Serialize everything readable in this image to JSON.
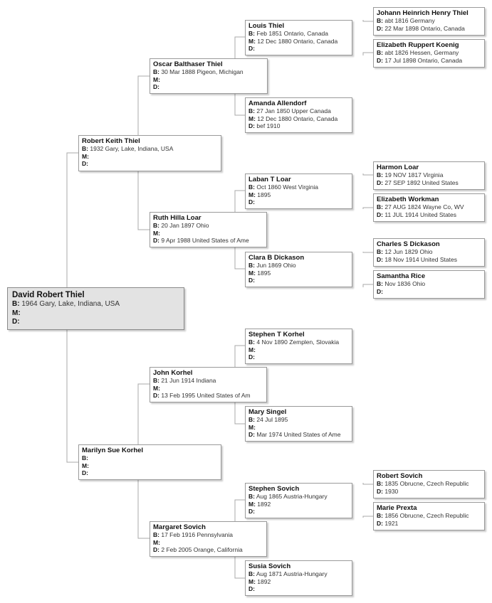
{
  "labels": {
    "birth": "B:",
    "marriage": "M:",
    "death": "D:"
  },
  "tree": {
    "root": {
      "name": "David Robert Thiel",
      "b": "1964 Gary, Lake, Indiana, USA",
      "m": "",
      "d": ""
    },
    "father": {
      "name": "Robert Keith Thiel",
      "b": "1932 Gary, Lake, Indiana, USA",
      "m": "",
      "d": ""
    },
    "mother": {
      "name": "Marilyn Sue Korhel",
      "b": "",
      "m": "",
      "d": ""
    },
    "paternal_grandfather": {
      "name": "Oscar Balthaser Thiel",
      "b": "30 Mar 1888 Pigeon, Michigan",
      "m": "",
      "d": ""
    },
    "paternal_grandmother": {
      "name": "Ruth Hilla Loar",
      "b": "20 Jan 1897 Ohio",
      "m": "",
      "d": "9 Apr 1988 United States of Ame"
    },
    "maternal_grandfather": {
      "name": "John Korhel",
      "b": "21 Jun 1914 Indiana",
      "m": "",
      "d": "13 Feb 1995 United States of Am"
    },
    "maternal_grandmother": {
      "name": "Margaret Sovich",
      "b": "17 Feb 1916 Pennsylvania",
      "m": "",
      "d": "2 Feb 2005 Orange, California"
    },
    "ggf_thiel": {
      "name": "Louis Thiel",
      "b": "Feb 1851 Ontario, Canada",
      "m": "12 Dec 1880 Ontario, Canada",
      "d": ""
    },
    "ggm_allendorf": {
      "name": "Amanda Allendorf",
      "b": "27 Jan 1850 Upper Canada",
      "m": "12 Dec 1880 Ontario, Canada",
      "d": "bef 1910"
    },
    "ggf_loar": {
      "name": "Laban T Loar",
      "b": "Oct 1860 West Virginia",
      "m": "1895",
      "d": ""
    },
    "ggm_dickason": {
      "name": "Clara B Dickason",
      "b": "Jun 1869 Ohio",
      "m": "1895",
      "d": ""
    },
    "ggf_korhel": {
      "name": "Stephen T Korhel",
      "b": "4 Nov 1890 Zemplen, Slovakia",
      "m": "",
      "d": ""
    },
    "ggm_singel": {
      "name": "Mary Singel",
      "b": "24 Jul 1895",
      "m": "",
      "d": "Mar 1974 United States of Ame"
    },
    "ggf_sovich": {
      "name": "Stephen Sovich",
      "b": "Aug 1865 Austria-Hungary",
      "m": "1892",
      "d": ""
    },
    "ggm_sovich": {
      "name": "Susia Sovich",
      "b": "Aug 1871 Austria-Hungary",
      "m": "1892",
      "d": ""
    },
    "g3_johann": {
      "name": "Johann Heinrich Henry Thiel",
      "b": "abt 1816 Germany",
      "d": "22 Mar 1898 Ontario, Canada"
    },
    "g3_elizabeth_koenig": {
      "name": "Elizabeth Ruppert Koenig",
      "b": "abt 1826 Hessen, Germany",
      "d": "17 Jul 1898 Ontario, Canada"
    },
    "g3_harmon": {
      "name": "Harmon Loar",
      "b": "19 NOV 1817 Virginia",
      "d": "27 SEP 1892 United States"
    },
    "g3_elizabeth_workman": {
      "name": "Elizabeth Workman",
      "b": "27 AUG 1824 Wayne Co, WV",
      "d": "11 JUL 1914 United States"
    },
    "g3_charles": {
      "name": "Charles S Dickason",
      "b": "12 Jun 1829 Ohio",
      "d": "18 Nov 1914 United States"
    },
    "g3_samantha": {
      "name": "Samantha Rice",
      "b": "Nov 1836 Ohio",
      "d": ""
    },
    "g3_robert": {
      "name": "Robert Sovich",
      "b": "1835 Obrucne, Czech Republic",
      "d": "1930"
    },
    "g3_marie": {
      "name": "Marie Prexta",
      "b": "1856 Obrucne, Czech Republic",
      "d": "1921"
    }
  }
}
